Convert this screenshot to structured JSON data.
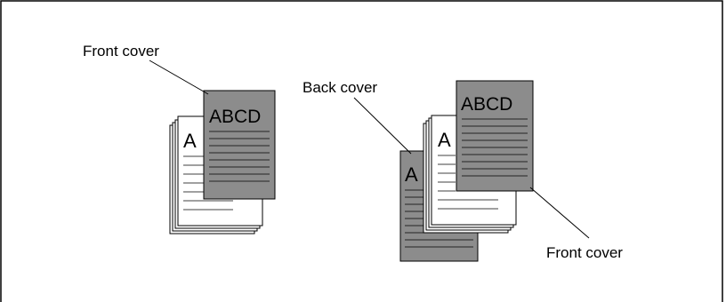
{
  "colors": {
    "cover_fill": "#8c8c8c",
    "page_fill": "#ffffff",
    "stroke": "#000000"
  },
  "diagram": {
    "left_example": {
      "front_cover_label": "Front cover",
      "cover_text": "ABCD",
      "page_letter": "A"
    },
    "right_example": {
      "back_cover_label": "Back cover",
      "front_cover_label": "Front cover",
      "cover_text": "ABCD",
      "page_letter": "A",
      "back_cover_letter": "A"
    }
  }
}
